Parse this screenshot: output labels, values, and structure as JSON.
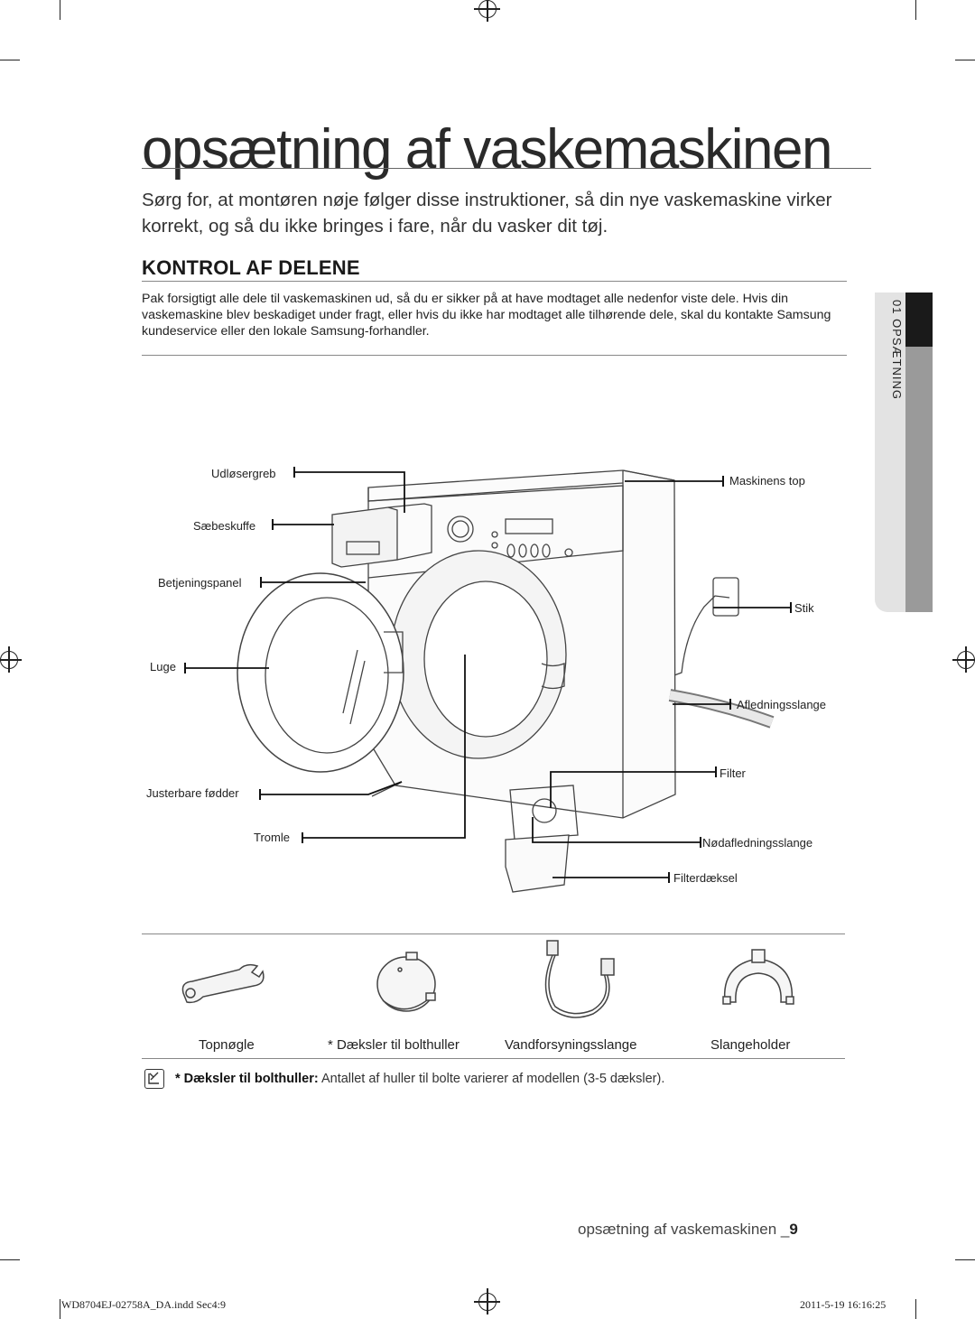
{
  "title": "opsætning af vaskemaskinen",
  "intro": "Sørg for, at montøren nøje følger disse instruktioner, så din nye vaskemaskine virker korrekt, og så du ikke bringes i fare, når du vasker dit tøj.",
  "section_heading": "KONTROL AF DELENE",
  "section_body": "Pak forsigtigt alle dele til vaskemaskinen ud, så du er sikker på at have modtaget alle nedenfor viste dele. Hvis din vaskemaskine blev beskadiget under fragt, eller hvis du ikke har modtaget alle tilhørende dele, skal du kontakte Samsung kundeservice eller den lokale Samsung-forhandler.",
  "side_tab": "01 OPSÆTNING",
  "diagram_labels": {
    "udloesergreb": "Udløsergreb",
    "saebeskuffe": "Sæbeskuffe",
    "betjeningspanel": "Betjeningspanel",
    "luge": "Luge",
    "justerbare_fodder": "Justerbare fødder",
    "tromle": "Tromle",
    "maskinens_top": "Maskinens top",
    "stik": "Stik",
    "afledningsslange": "Afledningsslange",
    "filter": "Filter",
    "nodafledningsslange": "Nødafledningsslange",
    "filterdaeksel": "Filterdæksel"
  },
  "accessories": [
    {
      "label": "Topnøgle",
      "icon": "wrench-icon"
    },
    {
      "label": "* Dæksler til bolthuller",
      "icon": "bolt-cap-icon"
    },
    {
      "label": "Vandforsyningsslange",
      "icon": "water-hose-icon"
    },
    {
      "label": "Slangeholder",
      "icon": "hose-holder-icon"
    }
  ],
  "note": {
    "bold": "* Dæksler til bolthuller:",
    "text": " Antallet af huller til bolte varierer af modellen (3-5 dæksler)."
  },
  "footer": {
    "text": "opsætning af vaskemaskinen _",
    "page": "9"
  },
  "slug": {
    "file": "WD8704EJ-02758A_DA.indd   Sec4:9",
    "date": "2011-5-19   16:16:25"
  }
}
